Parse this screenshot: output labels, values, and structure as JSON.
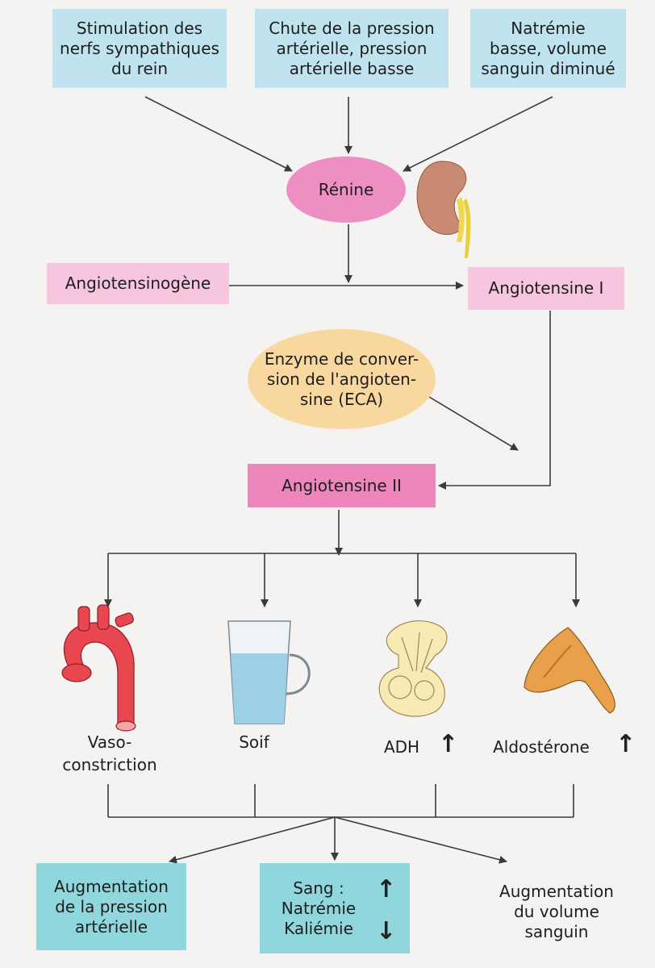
{
  "nodes": {
    "stim": "Stimulation des\nnerfs sympathiques\ndu rein",
    "chute": "Chute de la pression\nartérielle, pression\nartérielle basse",
    "natremie_basse": "Natrémie\nbasse, volume\nsanguin diminué",
    "renine": "Rénine",
    "angiotensinogene": "Angiotensinogène",
    "angiotensine1": "Angiotensine I",
    "eca": "Enzyme de conver-\nsion de l'angioten-\nsine (ECA)",
    "angiotensine2": "Angiotensine II",
    "vaso": "Vaso-\nconstriction",
    "soif": "Soif",
    "adh": "ADH",
    "aldosterone": "Aldostérone",
    "aug_pression": "Augmentation\nde la pression\nartérielle",
    "sang": "Sang :\nNatrémie\nKaliémie",
    "aug_volume": "Augmentation\ndu volume\nsanguin"
  },
  "indicators": {
    "adh": "↑",
    "aldosterone": "↑",
    "natremie": "↑",
    "kaliemie": "↓"
  },
  "colors": {
    "blue_box": "#bfe3ef",
    "teal_box": "#8fd7dc",
    "pink_box": "#f5c6de",
    "magenta_box": "#ee86bc",
    "renine_ellipse": "#ee8fc4",
    "eca_ellipse": "#f9d8a0",
    "arrow": "#3a3a3a"
  },
  "icons": [
    "kidney-icon",
    "aorta-icon",
    "water-glass-icon",
    "pituitary-gland-icon",
    "adrenal-gland-icon"
  ]
}
